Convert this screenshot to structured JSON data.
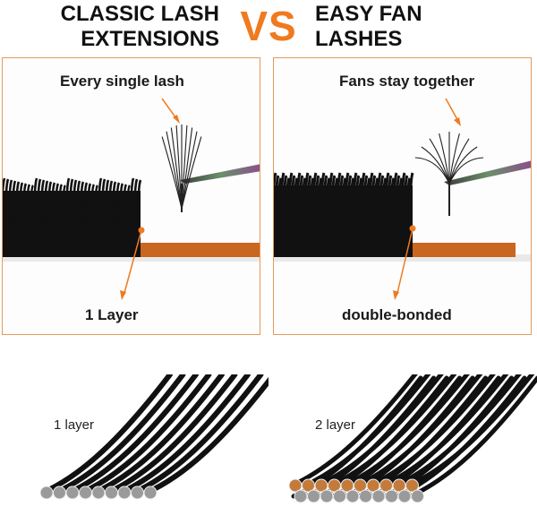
{
  "header": {
    "left_title_line1": "CLASSIC LASH",
    "left_title_line2": "EXTENSIONS",
    "vs": "VS",
    "right_title_line1": "EASY FAN",
    "right_title_line2": "LASHES"
  },
  "left_panel": {
    "top_caption": "Every single lash",
    "bottom_caption": "1 Layer"
  },
  "right_panel": {
    "top_caption": "Fans stay together",
    "bottom_caption": "double-bonded"
  },
  "bottom_left": {
    "label": "1 layer"
  },
  "bottom_right": {
    "label": "2 layer"
  },
  "colors": {
    "accent": "#f07a1e",
    "panel_border": "#e59a5a",
    "lash": "#111111",
    "strip": "#c9661f",
    "bond_dot": "#9a9a9a"
  }
}
